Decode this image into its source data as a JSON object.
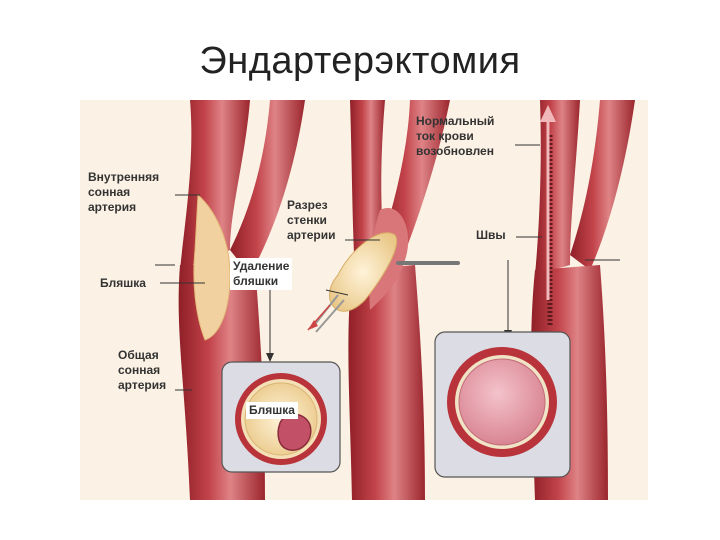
{
  "title": "Эндартерэктомия",
  "labels": {
    "internal_carotid": "Внутренняя\nсонная\nартерия",
    "plaque_left": "Бляшка",
    "common_carotid": "Общая\nсонная\nартерия",
    "incision": "Разрез\nстенки\nартерии",
    "plaque_removal": "Удаление\nбляшки",
    "plaque_inset": "Бляшка",
    "normal_flow": "Нормальный\nток крови\nвозобновлен",
    "sutures": "Швы"
  },
  "colors": {
    "artery_wall": "#b8333a",
    "artery_light": "#d9767a",
    "plaque": "#f3d6a3",
    "lumen": "#e8a2ae",
    "inset_bg": "#dcdce4",
    "background": "#fbf1e4"
  }
}
